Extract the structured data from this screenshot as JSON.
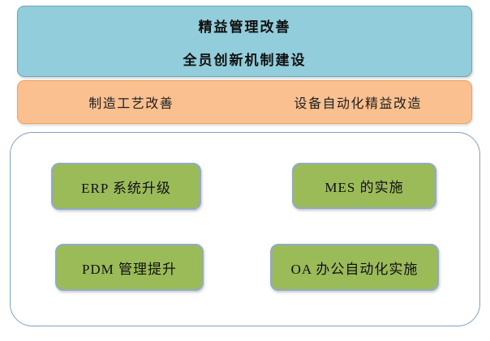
{
  "diagram": {
    "top_banner": {
      "line1": "精益管理改善",
      "line2": "全员创新机制建设",
      "fill_color": "#92CDDC",
      "border_color": "#6FA5BC"
    },
    "middle_banner": {
      "left_label": "制造工艺改善",
      "right_label": "设备自动化精益改造",
      "fill_color": "#FAC090",
      "border_color": "#EFA35F"
    },
    "bottom_panel": {
      "border_color": "#7FA1C2",
      "item_fill_color": "#9BBB59",
      "item_border_color": "#8FABC8",
      "items": [
        {
          "label": "ERP 系统升级"
        },
        {
          "label": "MES 的实施"
        },
        {
          "label": "PDM 管理提升"
        },
        {
          "label": "OA 办公自动化实施"
        }
      ]
    }
  }
}
